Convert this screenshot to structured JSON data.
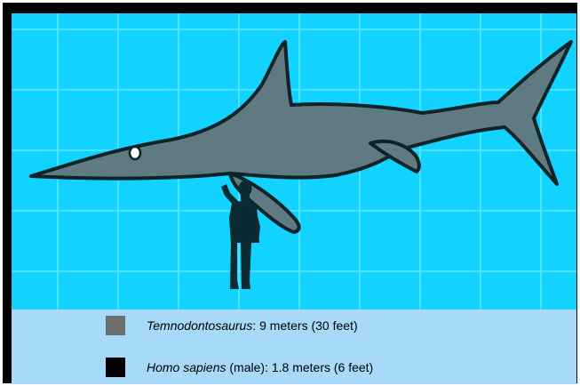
{
  "colors": {
    "water": "#12d3ff",
    "grid": "#5fe4ff",
    "legend_bg": "#a6daf8",
    "ichthyosaur": "#5f7a80",
    "human": "#0b2b34",
    "outline": "#0c2428",
    "swatch_temnodontosaurus": "#6e6e6e",
    "swatch_human": "#000000"
  },
  "figure_icons": [
    "temnodontosaurus-silhouette",
    "human-silhouette"
  ],
  "legend": [
    {
      "name_italic": "Temnodontosaurus",
      "rest": ": 9 meters (30 feet)",
      "swatch": "#6e6e6e"
    },
    {
      "name_italic": "Homo sapiens",
      "rest": " (male): 1.8 meters (6 feet)",
      "swatch": "#000000"
    }
  ]
}
